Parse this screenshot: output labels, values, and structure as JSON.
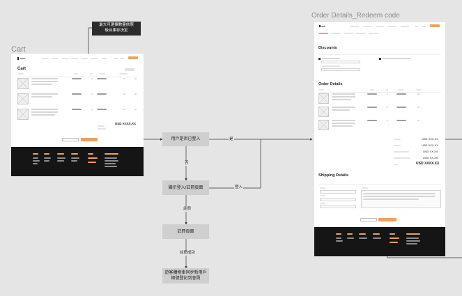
{
  "frames": {
    "cart": {
      "title": "Cart",
      "page_heading": "Cart",
      "total": "USD XXXX.XX"
    },
    "order": {
      "title": "Order Details_Redeem code",
      "discounts_heading": "Discounts",
      "order_heading": "Order Details",
      "shipping_heading": "Shipping Details",
      "totals": [
        "USD XXX.XX",
        "USD XXX.XX",
        "USD XX.XX",
        "USD XX.XX"
      ],
      "grand_total": "USD XXXX.XX"
    }
  },
  "flow": {
    "note": {
      "line1": "最大可選擇數量依照",
      "line2": "後台庫存決定"
    },
    "nodes": {
      "logged_in_check": "用戶是否已登入",
      "login_register_page": "顯示登入/註冊頁面",
      "register_page": "註冊頁面",
      "sync_cart": {
        "line1": "遊客購物車同步新用戶",
        "line2": "帳號登記到會員"
      }
    },
    "edges": {
      "yes": "是",
      "no": "否",
      "login": "登入",
      "register": "註冊",
      "register_success": "註冊成功"
    }
  },
  "colors": {
    "accent": "#f0a05a",
    "footer": "#151515",
    "node": "#cfcfcf",
    "canvas": "#e5e5e5"
  }
}
